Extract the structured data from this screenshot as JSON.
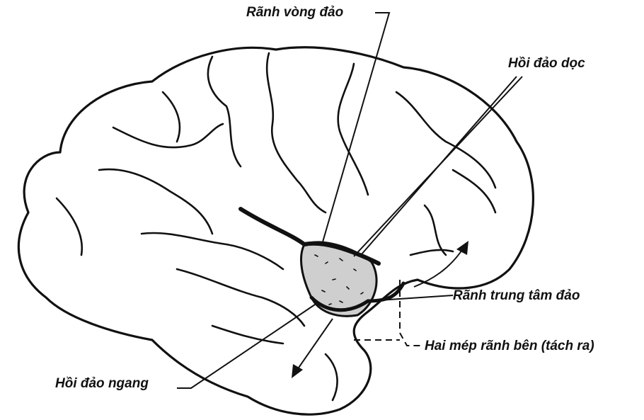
{
  "labels": {
    "circular_sulcus": "Rãnh vòng đảo",
    "long_gyrus": "Hồi đảo dọc",
    "central_sulcus": "Rãnh trung tâm đảo",
    "lateral_sulcus_lips": "Hai mép rãnh bên (tách ra)",
    "short_gyrus": "Hồi đảo ngang"
  }
}
